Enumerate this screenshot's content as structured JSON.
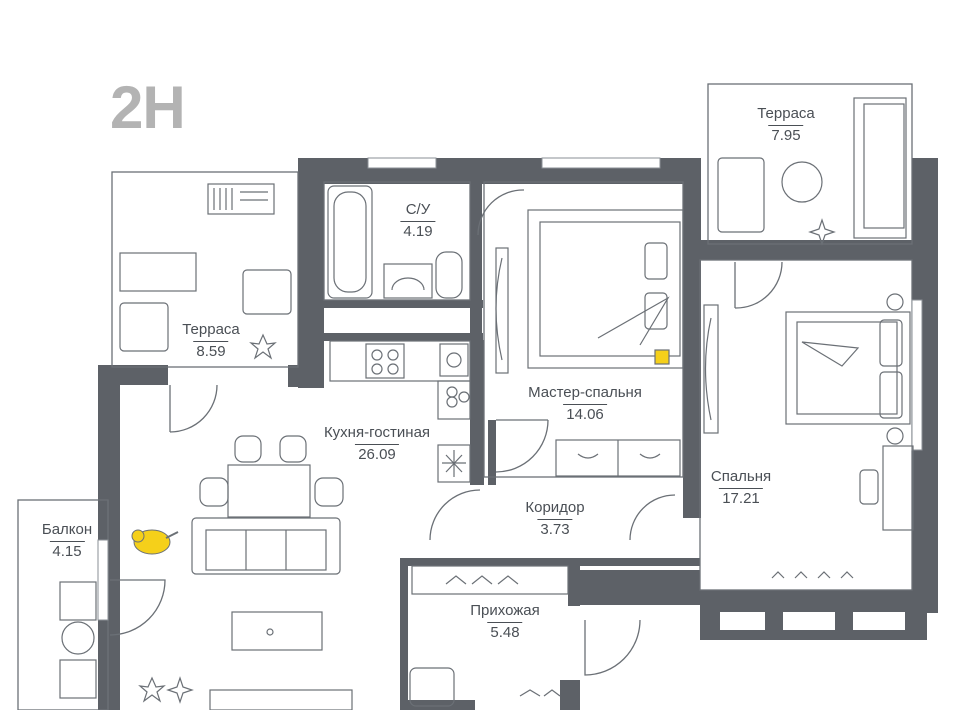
{
  "plan": {
    "unit_code": "2Н",
    "rooms": [
      {
        "name": "Терраса",
        "area": "7.95"
      },
      {
        "name": "С/У",
        "area": "4.19"
      },
      {
        "name": "Терраса",
        "area": "8.59"
      },
      {
        "name": "Мастер-спальня",
        "area": "14.06"
      },
      {
        "name": "Кухня-гостиная",
        "area": "26.09"
      },
      {
        "name": "Спальня",
        "area": "17.21"
      },
      {
        "name": "Коридор",
        "area": "3.73"
      },
      {
        "name": "Балкон",
        "area": "4.15"
      },
      {
        "name": "Прихожая",
        "area": "5.48"
      }
    ],
    "colors": {
      "wall": "#5d6167",
      "line": "#6b7076",
      "text": "#4a4f55",
      "title": "#b3b3b3",
      "accent": "#f5d01a"
    },
    "icons": [
      "bathtub-icon",
      "toilet-icon",
      "sink-icon",
      "stove-icon",
      "bed-icon",
      "sofa-icon",
      "table-icon",
      "chair-icon",
      "plant-icon",
      "hanger-icon",
      "cat-icon",
      "door-swing-icon"
    ]
  }
}
